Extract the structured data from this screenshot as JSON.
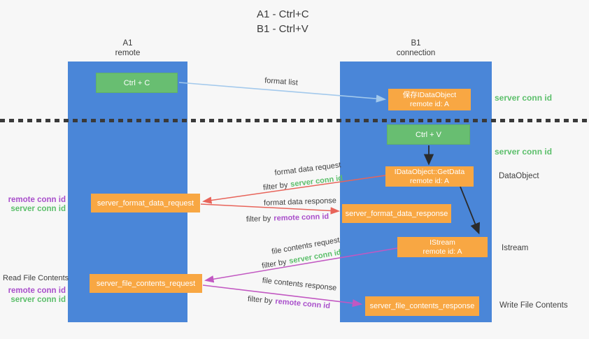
{
  "title": {
    "line1": "A1 - Ctrl+C",
    "line2": "B1 - Ctrl+V"
  },
  "lanes": {
    "a1": {
      "name": "A1",
      "role": "remote"
    },
    "b1": {
      "name": "B1",
      "role": "connection"
    }
  },
  "nodes": {
    "ctrl_c": {
      "label": "Ctrl + C"
    },
    "ctrl_v": {
      "label": "Ctrl + V"
    },
    "save_dataobject": {
      "line1": "保存IDataObject",
      "line2": "remote id: A"
    },
    "getdata": {
      "line1": "IDataObject::GetData",
      "line2": "remote id: A"
    },
    "istream": {
      "line1": "IStream",
      "line2": "remote id: A"
    },
    "format_request": {
      "label": "server_format_data_request"
    },
    "format_response": {
      "label": "server_format_data_response"
    },
    "file_request": {
      "label": "server_file_contents_request"
    },
    "file_response": {
      "label": "server_file_contents_response"
    }
  },
  "arrow_labels": {
    "format_list": "format list",
    "format_data_request": "format data request",
    "format_data_response": "format data response",
    "file_contents_request": "file contents request",
    "file_contents_response": "file contents response",
    "filter_by": "filter by",
    "server_conn_id": "server conn id",
    "remote_conn_id": "remote conn id"
  },
  "side_labels": {
    "server_conn_id_top": "server conn id",
    "server_conn_id_mid": "server conn id",
    "dataobject": "DataObject",
    "istream": "Istream",
    "write_file_contents": "Write File Contents",
    "read_file_contents": "Read File Contents",
    "remote_conn_id": "remote conn id",
    "server_conn_id": "server conn id"
  },
  "colors": {
    "lane_blue": "#4A86D8",
    "green_box": "#68BE71",
    "orange_box": "#F8A743",
    "green_text": "#5CBF6B",
    "purple_text": "#A94FCB",
    "red_arrow": "#E8645A",
    "magenta_arrow": "#C258C2",
    "light_blue_arrow": "#A3C9EC",
    "black_arrow": "#2B2B2B",
    "text": "#3F3F3F"
  }
}
